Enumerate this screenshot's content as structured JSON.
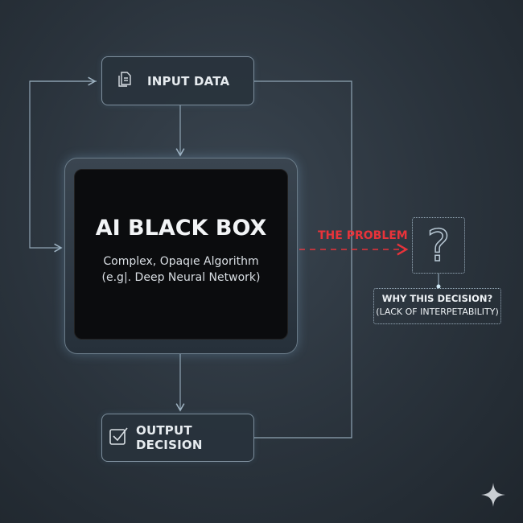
{
  "input_node": {
    "label": "INPUT DATA",
    "icon": "documents-icon"
  },
  "black_box": {
    "title": "AI BLACK BOX",
    "subtitle_line1": "Complex, Opaqıe Algorithm",
    "subtitle_line2": "(e.g|. Deep Neural Network)"
  },
  "output_node": {
    "label": "OUTPUT DECISION",
    "icon": "checkbox-icon"
  },
  "problem": {
    "label": "THE PROBLEM",
    "color": "#e8333a"
  },
  "question": {
    "symbol": "?",
    "line1": "WHY THIS DECISION?",
    "line2": "(LACK OF INTERPETABILITY)"
  },
  "colors": {
    "line": "#8fa4b3",
    "accent": "#e8333a"
  }
}
